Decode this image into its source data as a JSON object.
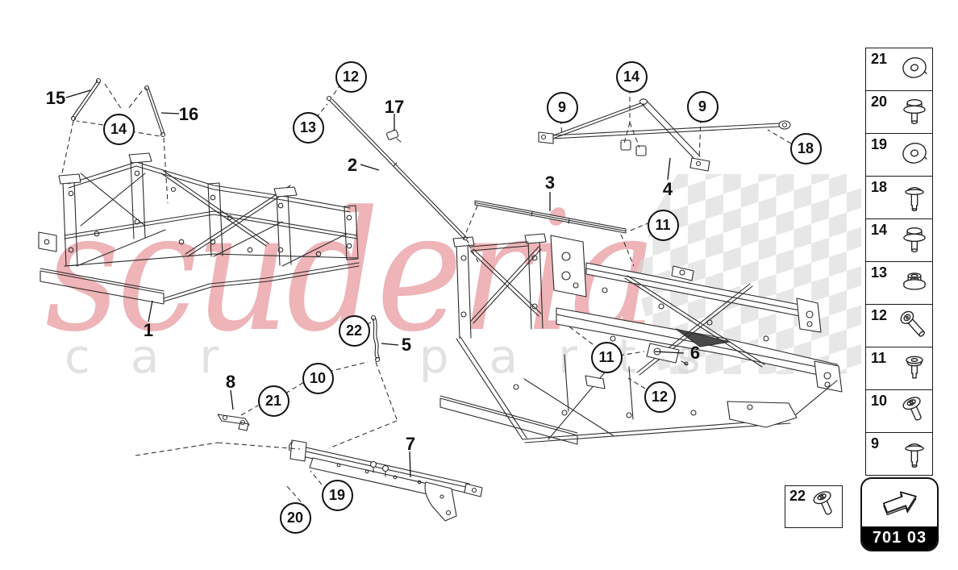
{
  "watermark": {
    "brand": "scuderia",
    "sub": "car parts"
  },
  "callouts": {
    "n1": "1",
    "n2": "2",
    "n3": "3",
    "n4": "4",
    "n5": "5",
    "n6": "6",
    "n7": "7",
    "n8": "8",
    "c9L": "9",
    "c9R": "9",
    "c10": "10",
    "c11T": "11",
    "c11M": "11",
    "c12T": "12",
    "c12B": "12",
    "c13": "13",
    "c14L": "14",
    "c14T": "14",
    "n15": "15",
    "n16": "16",
    "n17": "17",
    "c18": "18",
    "c19": "19",
    "c20": "20",
    "c21": "21",
    "c22": "22"
  },
  "sidebar": {
    "items": [
      {
        "number": "21",
        "icon": "washer-icon"
      },
      {
        "number": "20",
        "icon": "flange-bolt-icon"
      },
      {
        "number": "19",
        "icon": "washer-icon"
      },
      {
        "number": "18",
        "icon": "button-head-screw-icon"
      },
      {
        "number": "14",
        "icon": "flange-bolt-icon"
      },
      {
        "number": "13",
        "icon": "flange-nut-icon"
      },
      {
        "number": "12",
        "icon": "shoulder-bolt-icon"
      },
      {
        "number": "11",
        "icon": "torx-screw-icon"
      },
      {
        "number": "10",
        "icon": "torx-screw-angled-icon"
      },
      {
        "number": "9",
        "icon": "button-head-screw-icon"
      }
    ]
  },
  "legend_22": {
    "number": "22",
    "icon": "torx-screw-angled-icon"
  },
  "part_code": {
    "label": "701 03"
  }
}
